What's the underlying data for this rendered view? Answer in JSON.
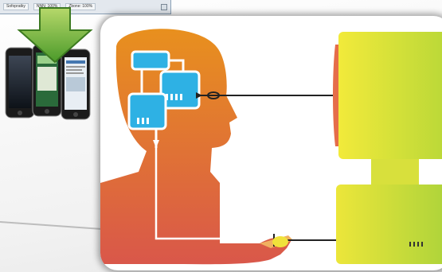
{
  "toolbar": {
    "cells": [
      "Sofopratky",
      "NNN: 100%",
      "Zbone: 100%"
    ]
  },
  "colors": {
    "head_top": "#e8901e",
    "head_bottom": "#d9574a",
    "monitor_light": "#f2ea3a",
    "monitor_dark": "#b4d638",
    "monitor_bezel": "#e56d4a",
    "diagram_blue": "#2eb1e4",
    "arrow_green": "#6fb63a",
    "mouse_yellow": "#f0e23a"
  },
  "icons": {
    "arrow": "down-arrow-icon",
    "eye": "eye-icon",
    "hand": "hand-icon"
  }
}
